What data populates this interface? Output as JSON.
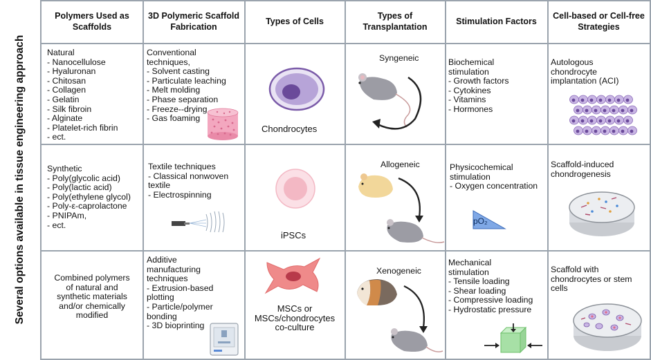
{
  "side_label": "Several options available in tissue engineering approach",
  "headers": {
    "polymers": "Polymers Used as Scaffolds",
    "fabrication": "3D Polymeric Scaffold Fabrication",
    "cells": "Types of Cells",
    "transplant": "Types of Transplantation",
    "stimulation": "Stimulation Factors",
    "strategies": "Cell-based or Cell-free Strategies"
  },
  "row1": {
    "polymers": [
      "Natural",
      "- Nanocellulose",
      "- Hyaluronan",
      "- Chitosan",
      "- Collagen",
      "- Gelatin",
      "- Silk fibroin",
      "- Alginate",
      "- Platelet-rich fibrin",
      "- ect."
    ],
    "fabrication": [
      "Conventional",
      "techniques,",
      "- Solvent  casting",
      "- Particulate  leaching",
      "- Melt  molding",
      "- Phase  separation",
      "- Freeze--drying",
      "- Gas foaming"
    ],
    "cell": "Chondrocytes",
    "transplant": "Syngeneic",
    "stimulation": [
      "Biochemical",
      "stimulation",
      "- Growth factors",
      "- Cytokines",
      "- Vitamins",
      "- Hormones"
    ],
    "strategy": [
      "Autologous",
      "chondrocyte",
      "implantation (ACI)"
    ]
  },
  "row2": {
    "polymers": [
      "Synthetic",
      "- Poly(glycolic acid)",
      "- Poly(lactic acid)",
      "- Poly(ethylene glycol)",
      "- Poly-ε-caprolactone",
      "- PNIPAm,",
      "- ect."
    ],
    "fabrication": [
      "Textile techniques",
      "- Classical nonwoven",
      "textile",
      "- Electrospinning"
    ],
    "cell": "iPSCs",
    "transplant": "Allogeneic",
    "stimulation": [
      "Physicochemical",
      "stimulation",
      "- Oxygen concentration"
    ],
    "po2_label": "pO₂",
    "strategy": [
      "Scaffold-induced",
      "chondrogenesis"
    ]
  },
  "row3": {
    "polymers": [
      "Combined polymers",
      "of natural and",
      "synthetic materials",
      "and/or chemically",
      "modified"
    ],
    "fabrication": [
      "Additive",
      "manufacturing",
      "techniques",
      "- Extrusion-based",
      "plotting",
      "- Particle/polymer",
      "bonding",
      "- 3D  bioprinting"
    ],
    "cell": [
      "MSCs or",
      "MSCs/chondrocytes",
      "co-culture"
    ],
    "transplant": "Xenogeneic",
    "stimulation": [
      "Mechanical",
      "stimulation",
      "- Tensile loading",
      "- Shear loading",
      "- Compressive loading",
      "- Hydrostatic pressure"
    ],
    "strategy": [
      "Scaffold with",
      "chondrocytes or  stem",
      "cells"
    ]
  },
  "colors": {
    "grid": "#9aa3ad",
    "cell_purple": "#b7a4d8",
    "nucleus_purple": "#6a4a9a",
    "ipsc_pink": "#f3b8c4",
    "msc_red": "#e86a6a",
    "scaffold_pink": "#f3a7bf",
    "mouse_gray": "#9c9ca4",
    "hamster_cream": "#f2d79a",
    "pO2_blue": "#5a8ad6",
    "cube_green": "#a7e0a6"
  },
  "icons": [
    "chondrocyte-cell-icon",
    "ipsc-cell-icon",
    "msc-cell-icon",
    "mouse-icon",
    "hamster-icon",
    "guinea-pig-icon",
    "circular-arrow-icon",
    "curved-arrow-icon",
    "scaffold-cylinder-icon",
    "electrospinning-icon",
    "bioprinter-icon",
    "po2-triangle-icon",
    "compression-cube-icon",
    "chondrocyte-cluster-icon",
    "petri-dish-icon"
  ]
}
